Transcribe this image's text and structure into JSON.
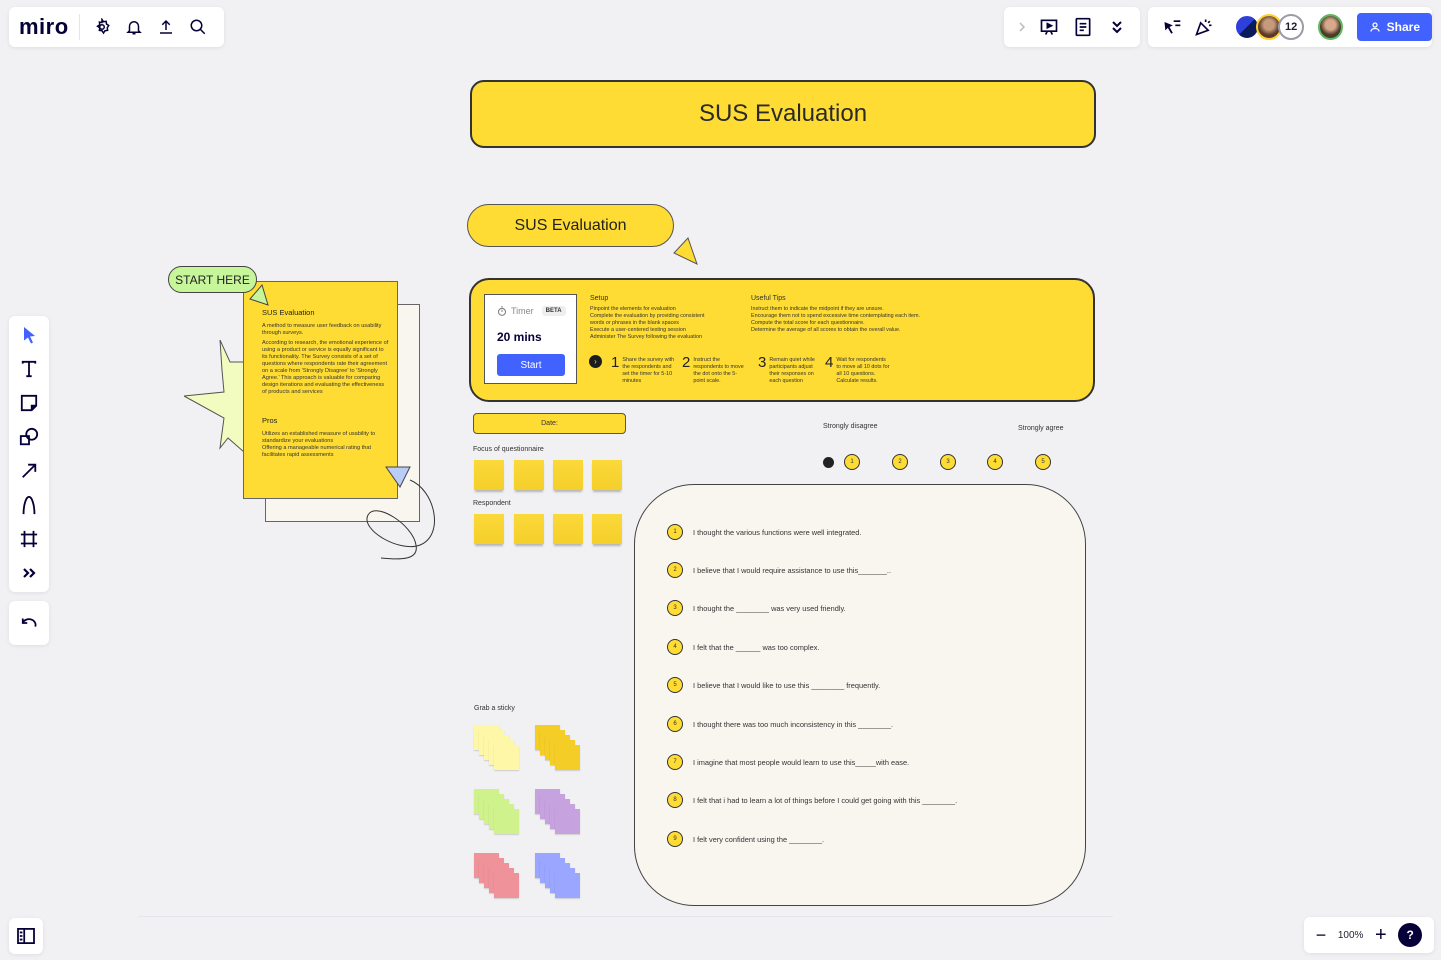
{
  "app": {
    "logo": "miro",
    "top_left_icons": [
      "settings-icon",
      "bell-icon",
      "upload-icon",
      "search-icon"
    ],
    "top_mid_icons": [
      "chevron-right-icon",
      "present-icon",
      "notes-icon",
      "chevrons-down-icon"
    ],
    "top_right_icons": [
      "cursor-filter-icon",
      "celebrate-icon"
    ],
    "collaborators_count": "12",
    "share_label": "Share"
  },
  "toolbar": {
    "tools": [
      "select-icon",
      "text-icon",
      "sticky-note-icon",
      "shapes-icon",
      "arrow-icon",
      "pen-icon",
      "frame-icon",
      "more-icon"
    ],
    "undo": "undo-icon"
  },
  "zoom": {
    "minus": "−",
    "value": "100%",
    "plus": "+",
    "help": "?"
  },
  "board": {
    "title": "SUS Evaluation",
    "pill_title": "SUS Evaluation",
    "start_here": "START HERE",
    "info_card": {
      "title": "SUS Evaluation",
      "intro": "A method to measure user feedback on usability through surveys.",
      "body": "According to research, the emotional experience of using a product or service is equally significant to its functionality.  The Survey consists of a set of questions where respondents rate their agreement on a scale from 'Strongly Disagree' to 'Strongly Agree.' This approach is valuable for comparing design iterations and evaluating the effectiveness of products and services",
      "pros_title": "Pros",
      "pros_1": "Utilizes an established measure of usability to standardize your evaluations",
      "pros_2": "Offering a manageable numerical rating that facilitates rapid assessments"
    },
    "timer": {
      "label": "Timer",
      "badge": "BETA",
      "value": "20 mins",
      "start": "Start"
    },
    "setup": {
      "title": "Setup",
      "lines": [
        "Pinpoint the elements for evaluation",
        "Complete the evaluation by providing consistent",
        "words or phrases in the blank spaces",
        "Execute a user-centered testing session",
        "Administer The Survey following the evaluation"
      ]
    },
    "tips": {
      "title": "Useful Tips",
      "lines": [
        "Instruct them to indicate the midpoint if they are unsure.",
        "Encourage them not to spend excessive time contemplating each item.",
        "Compute the total score for each questionnaire.",
        "Determine the average of all scores to obtain the overall value."
      ]
    },
    "steps": [
      {
        "num": "1",
        "text": "Share the survey with the respondents and set the timer for 5-10 minutes"
      },
      {
        "num": "2",
        "text": "Instruct the respondents to move the dot onto the 5-point scale."
      },
      {
        "num": "3",
        "text": "Remain quiet while participants adjust their responses on each question"
      },
      {
        "num": "4",
        "text": "Wait for respondents to move all 10 dots for all 10 questions. Calculate results."
      }
    ],
    "date_label": "Date:",
    "focus_label": "Focus of questionnaire",
    "respondent_label": "Respondent",
    "grab_label": "Grab a sticky",
    "sticky_colors": [
      "#fff7a8",
      "#f5cd27",
      "#d0f28c",
      "#c6a2de",
      "#f0929a",
      "#9aa6ff"
    ],
    "scale": {
      "left_label": "Strongly disagree",
      "right_label": "Strongly agree",
      "points": [
        "1",
        "2",
        "3",
        "4",
        "5"
      ]
    },
    "questions": [
      {
        "num": "1",
        "text": "I thought the various functions were well integrated."
      },
      {
        "num": "2",
        "text": "I believe that I would require assistance to use this_______.."
      },
      {
        "num": "3",
        "text": "I thought the ________ was very used friendly."
      },
      {
        "num": "4",
        "text": "I felt that the ______ was too complex."
      },
      {
        "num": "5",
        "text": "I believe that I would like to use this ________ frequently."
      },
      {
        "num": "6",
        "text": "I thought there was too much inconsistency in this ________."
      },
      {
        "num": "7",
        "text": "I imagine that most people would learn to use this_____with ease."
      },
      {
        "num": "8",
        "text": "I felt that i had to learn a lot of things before I could get going with this ________."
      },
      {
        "num": "9",
        "text": "I felt very confident using the ________."
      }
    ]
  },
  "colors": {
    "accent": "#4262ff",
    "yellow": "#ffdc33",
    "green": "#c7f59a",
    "canvas": "#f1f1f3",
    "card": "#f9f6f0"
  }
}
